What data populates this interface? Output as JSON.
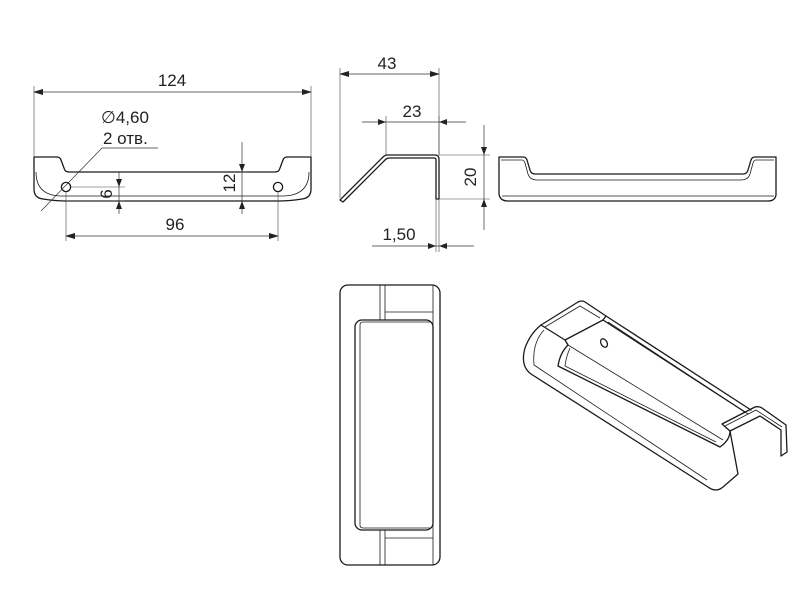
{
  "front_view": {
    "overall_length": "124",
    "hole_diameter": "4,60",
    "hole_count_note": "2 отв.",
    "hole_height": "6",
    "side_height": "12",
    "hole_spacing": "96"
  },
  "side_view": {
    "overall_width": "43",
    "top_width": "23",
    "height": "20",
    "thickness": "1,50"
  },
  "symbols": {
    "diameter": "∅"
  }
}
